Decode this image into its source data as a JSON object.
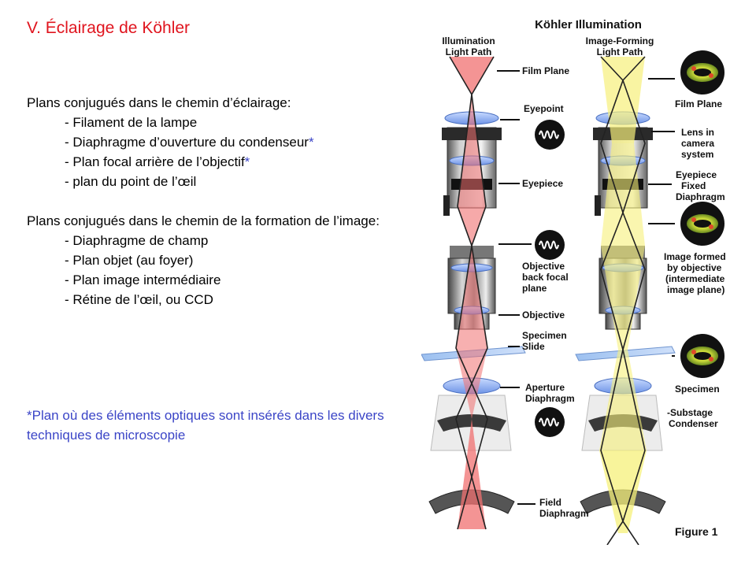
{
  "slide": {
    "title": "V. Éclairage de Köhler",
    "illumination_heading": "Plans conjugués dans le chemin d’éclairage:",
    "illumination_items": [
      {
        "text": "- Filament de la lampe",
        "star": ""
      },
      {
        "text": "- Diaphragme d’ouverture du condenseur",
        "star": "*"
      },
      {
        "text": "- Plan focal arrière de l’objectif",
        "star": "*"
      },
      {
        "text": "- plan du point de l’œil",
        "star": ""
      }
    ],
    "image_heading": "Plans conjugués dans le chemin de la formation de l’image:",
    "image_items": [
      "- Diaphragme de champ",
      "- Plan objet (au foyer)",
      "- Plan image intermédiaire",
      "- Rétine de l’œil, ou CCD"
    ],
    "footnote": "*Plan où des éléments optiques sont insérés dans les divers techniques de microscopie"
  },
  "figure": {
    "title": "Köhler Illumination",
    "left_header": [
      "Illumination",
      "Light Path"
    ],
    "right_header": [
      "Image-Forming",
      "Light Path"
    ],
    "film_plane_center": "Film Plane",
    "film_plane_right": "Film Plane",
    "eyepoint": "Eyepoint",
    "lens_camera": [
      "Lens in",
      "camera",
      "system"
    ],
    "eyepiece": "Eyepiece",
    "eyepiece_diaphragm": [
      "Eyepiece",
      "Fixed",
      "Diaphragm"
    ],
    "image_formed": [
      "Image formed",
      "by objective",
      "(intermediate",
      "image plane)"
    ],
    "objective_bfp": [
      "Objective",
      "back focal",
      "plane"
    ],
    "objective": "Objective",
    "specimen_slide": [
      "Specimen",
      "Slide"
    ],
    "specimen": "Specimen",
    "aperture": [
      "Aperture",
      "Diaphragm"
    ],
    "substage": [
      "-Substage",
      "Condenser"
    ],
    "field": [
      "Field",
      "Diaphragm"
    ],
    "caption": "Figure 1"
  },
  "colors": {
    "title": "#e0141e",
    "note_blue": "#3b45c7",
    "illumination_beam": "#f07070",
    "image_beam": "#f6f07a",
    "lens_blue": "#8fb0ef"
  }
}
